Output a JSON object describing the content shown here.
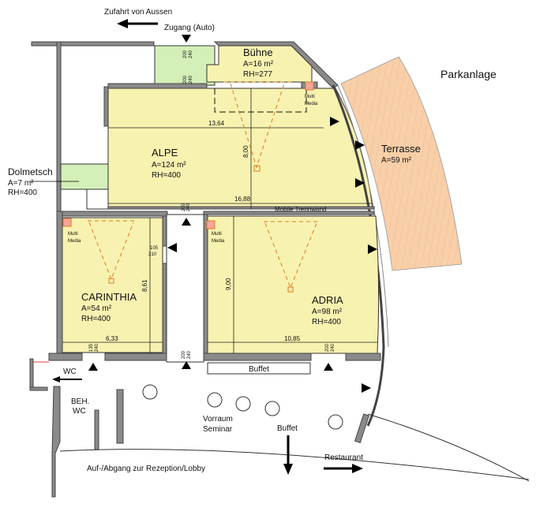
{
  "labels": {
    "zufahrt": "Zufahrt von Aussen",
    "zugang": "Zugang (Auto)",
    "parkanlage": "Parkanlage",
    "wc": "WC",
    "beh_wc_1": "BEH.",
    "beh_wc_2": "WC",
    "vorraum_1": "Vorraum",
    "vorraum_2": "Seminar",
    "buffet_bottom": "Buffet",
    "restaurant": "Restaurant",
    "aufgang": "Auf-/Abgang zur Rezeption/Lobby",
    "buffet_counter": "Buffet",
    "mobile_trennwand": "Mobile Trennwand",
    "multi": "Multi",
    "media": "Media"
  },
  "rooms": {
    "buehne": {
      "name": "Bühne",
      "area": "A=16 m²",
      "height": "RH=277"
    },
    "alpe": {
      "name": "ALPE",
      "area": "A=124 m²",
      "height": "RH=400"
    },
    "terrasse": {
      "name": "Terrasse",
      "area": "A=59 m²"
    },
    "dolmetsch": {
      "name": "Dolmetsch",
      "area": "A=7 m²",
      "height": "RH=400"
    },
    "carinthia": {
      "name": "CARINTHIA",
      "area": "A=54 m²",
      "height": "RH=400"
    },
    "adria": {
      "name": "ADRIA",
      "area": "A=98 m²",
      "height": "RH=400"
    }
  },
  "dimensions": {
    "alpe_width_inner": "13,64",
    "alpe_depth": "8,00",
    "alpe_width": "16,88",
    "carinthia_depth": "8,61",
    "carinthia_width": "6,33",
    "adria_depth": "9,00",
    "adria_width": "10,85"
  },
  "doors": {
    "d200": "200",
    "d240": "240",
    "d105": "105",
    "d210": "210",
    "d135": "135"
  },
  "colors": {
    "room": "#f8f2b0",
    "green": "#d4f0b8",
    "terrace": "#f8cfa8",
    "projector": "#e07a1e"
  }
}
